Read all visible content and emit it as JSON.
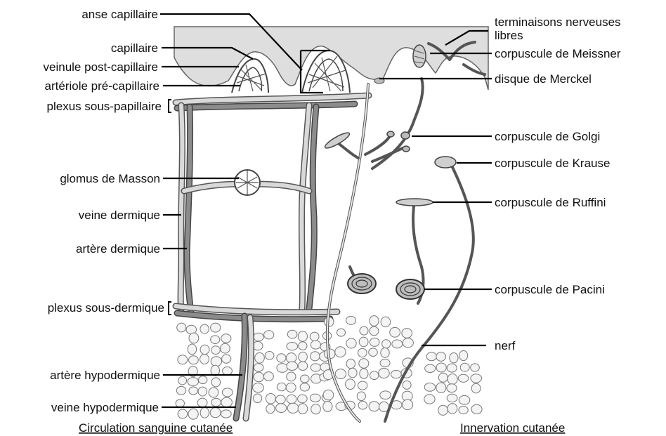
{
  "labels_left": [
    {
      "id": "anse-capillaire",
      "text": "anse capillaire"
    },
    {
      "id": "capillaire",
      "text": "capillaire"
    },
    {
      "id": "veinule-post-capillaire",
      "text": "veinule post-capillaire"
    },
    {
      "id": "arteriole-pre-capillaire",
      "text": "artériole pré-capillaire"
    },
    {
      "id": "plexus-sous-papillaire",
      "text": "plexus sous-papillaire"
    },
    {
      "id": "glomus-de-masson",
      "text": "glomus de Masson"
    },
    {
      "id": "veine-dermique",
      "text": "veine dermique"
    },
    {
      "id": "artere-dermique",
      "text": "artère dermique"
    },
    {
      "id": "plexus-sous-dermique",
      "text": "plexus sous-dermique"
    },
    {
      "id": "artere-hypodermique",
      "text": "artère hypodermique"
    },
    {
      "id": "veine-hypodermique",
      "text": "veine hypodermique"
    }
  ],
  "labels_right": [
    {
      "id": "terminaisons-nerveuses-libres",
      "text": "terminaisons nerveuses libres"
    },
    {
      "id": "corpuscule-de-meissner",
      "text": "corpuscule de Meissner"
    },
    {
      "id": "disque-de-merckel",
      "text": "disque de Merckel"
    },
    {
      "id": "corpuscule-de-golgi",
      "text": "corpuscule de Golgi"
    },
    {
      "id": "corpuscule-de-krause",
      "text": "corpuscule de Krause"
    },
    {
      "id": "corpuscule-de-ruffini",
      "text": "corpuscule de Ruffini"
    },
    {
      "id": "corpuscule-de-pacini",
      "text": "corpuscule de Pacini"
    },
    {
      "id": "nerf",
      "text": "nerf"
    }
  ],
  "captions": {
    "left": "Circulation sanguine cutanée",
    "right": "Innervation cutanée"
  }
}
